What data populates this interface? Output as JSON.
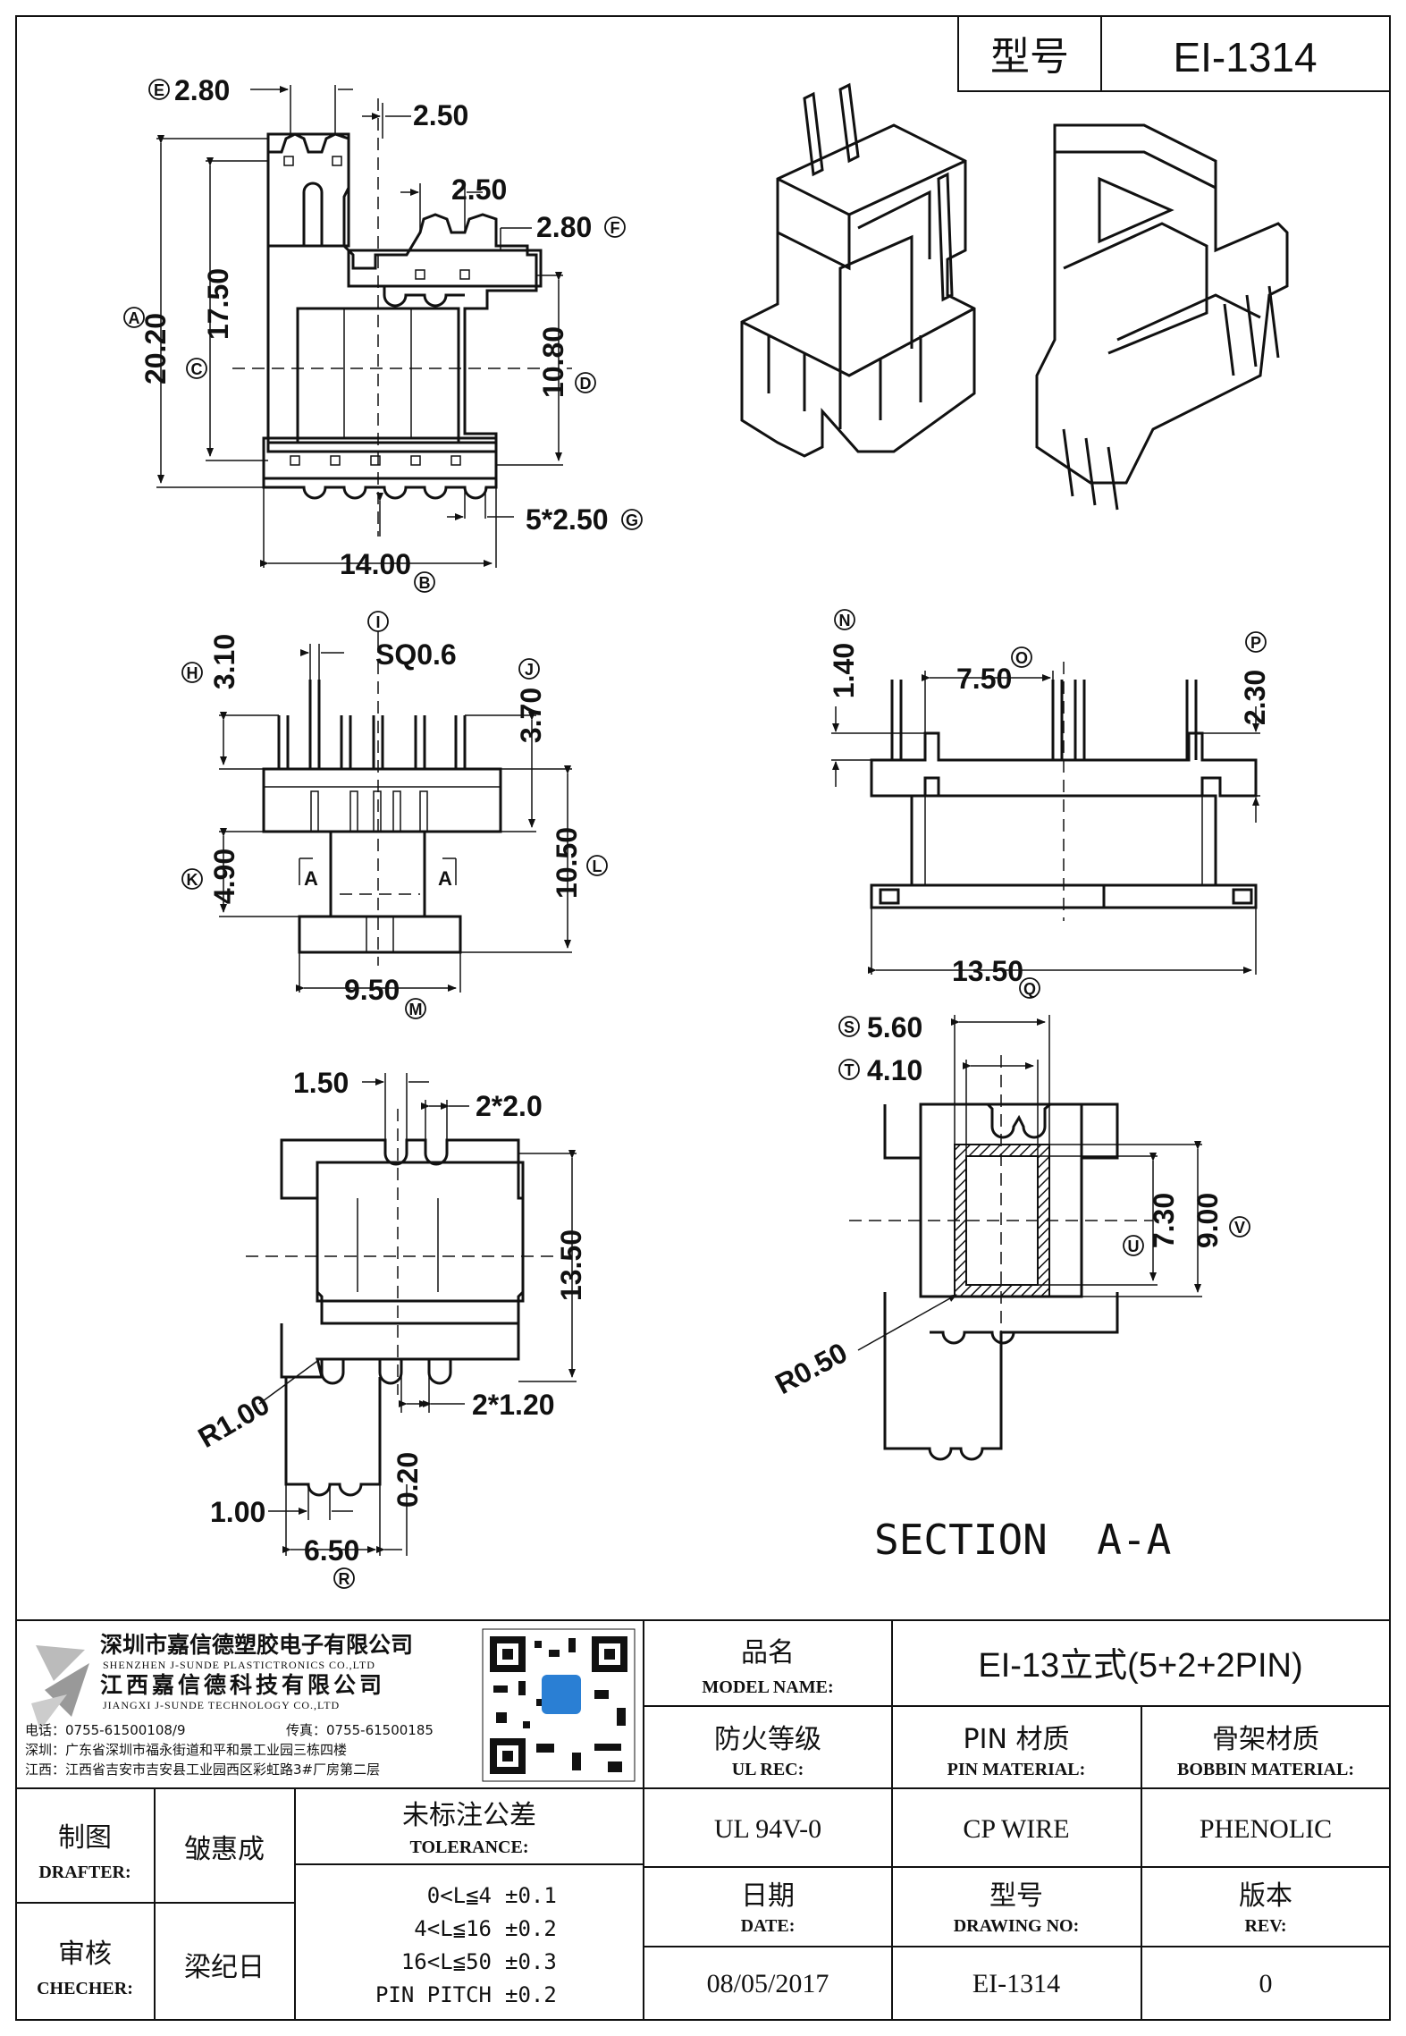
{
  "header": {
    "type_label": "型号",
    "model": "EI-1314"
  },
  "dimensions": {
    "top_view": {
      "E": "2.80",
      "d2_50_top": "2.50",
      "d2_50_mid": "2.50",
      "F": "2.80",
      "A": "20.20",
      "C": "17.50",
      "D": "10.80",
      "G": "5*2.50",
      "B": "14.00"
    },
    "side_view": {
      "I": "SQ0.6",
      "H": "3.10",
      "J": "3.70",
      "K": "4.90",
      "L": "10.50",
      "M": "9.50",
      "arrow_label": "A"
    },
    "front_view": {
      "N": "1.40",
      "O": "7.50",
      "P": "2.30",
      "Q": "13.50"
    },
    "bottom_view": {
      "d1_50": "1.50",
      "d2x2_0": "2*2.0",
      "d13_50": "13.50",
      "R1": "R1.00",
      "d2x1_20": "2*1.20",
      "d0_20": "0.20",
      "d1_00": "1.00",
      "R": "6.50"
    },
    "section": {
      "S": "5.60",
      "T": "4.10",
      "U": "7.30",
      "V": "9.00",
      "R0": "R0.50",
      "title": "SECTION  A-A"
    }
  },
  "markers": {
    "A": "A",
    "B": "B",
    "C": "C",
    "D": "D",
    "E": "E",
    "F": "F",
    "G": "G",
    "H": "H",
    "I": "I",
    "J": "J",
    "K": "K",
    "L": "L",
    "M": "M",
    "N": "N",
    "O": "O",
    "P": "P",
    "Q": "Q",
    "R": "R",
    "S": "S",
    "T": "T",
    "U": "U",
    "V": "V"
  },
  "company": {
    "name_sz": "深圳市嘉信德塑胶电子有限公司",
    "name_sz_en": "SHENZHEN J-SUNDE PLASTICTRONICS CO.,LTD",
    "name_jx": "江西嘉信德科技有限公司",
    "name_jx_en": "JIANGXI J-SUNDE TECHNOLOGY CO.,LTD",
    "phone": "电话：0755-61500108/9",
    "fax": "传真：0755-61500185",
    "addr_sz": "深圳：广东省深圳市福永街道和平和景工业园三栋四楼",
    "addr_jx": "江西：江西省吉安市吉安县工业园西区彩虹路3#厂房第二层"
  },
  "title_block": {
    "model_name_cn": "品名",
    "model_name_en": "MODEL NAME:",
    "model_name_val": "EI-13立式(5+2+2PIN)",
    "ul_cn": "防火等级",
    "ul_en": "UL REC:",
    "ul_val": "UL 94V-0",
    "pin_cn": "PIN 材质",
    "pin_en": "PIN MATERIAL:",
    "pin_val": "CP WIRE",
    "bobbin_cn": "骨架材质",
    "bobbin_en": "BOBBIN MATERIAL:",
    "bobbin_val": "PHENOLIC",
    "date_cn": "日期",
    "date_en": "DATE:",
    "date_val": "08/05/2017",
    "dwg_cn": "型号",
    "dwg_en": "DRAWING NO:",
    "dwg_val": "EI-1314",
    "rev_cn": "版本",
    "rev_en": "REV:",
    "rev_val": "0",
    "drafter_cn": "制图",
    "drafter_en": "DRAFTER:",
    "drafter_val": "皱惠成",
    "checker_cn": "审核",
    "checker_en": "CHECHER:",
    "checker_val": "梁纪日",
    "tol_cn": "未标注公差",
    "tol_en": "TOLERANCE:",
    "tol_rows": [
      {
        "range": "0<L≦4",
        "val": "±0.1"
      },
      {
        "range": "4<L≦16",
        "val": "±0.2"
      },
      {
        "range": "16<L≦50",
        "val": "±0.3"
      },
      {
        "range": "PIN PITCH",
        "val": "±0.2"
      }
    ]
  }
}
